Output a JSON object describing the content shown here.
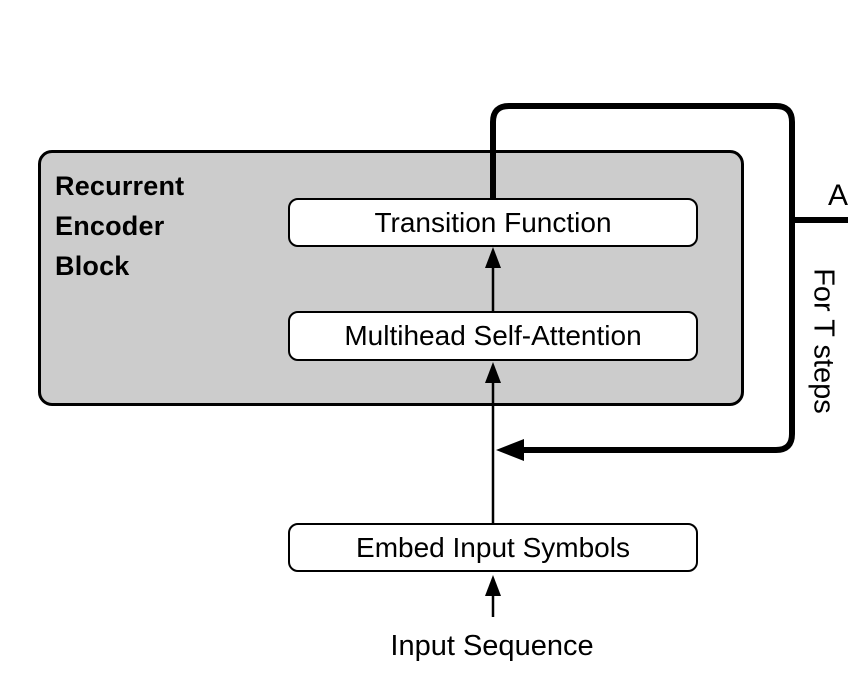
{
  "colors": {
    "block_fill": "#cccccc",
    "node_fill": "#ffffff",
    "stroke": "#000000",
    "background": "#ffffff"
  },
  "block": {
    "title_lines": [
      "Recurrent",
      "Encoder",
      "Block"
    ]
  },
  "nodes": {
    "transition": {
      "label": "Transition Function"
    },
    "multihead": {
      "label": "Multihead Self-Attention"
    },
    "embed": {
      "label": "Embed Input Symbols"
    }
  },
  "labels": {
    "input_sequence": "Input Sequence",
    "loop": "For T steps",
    "right_edge_partial": "A"
  }
}
